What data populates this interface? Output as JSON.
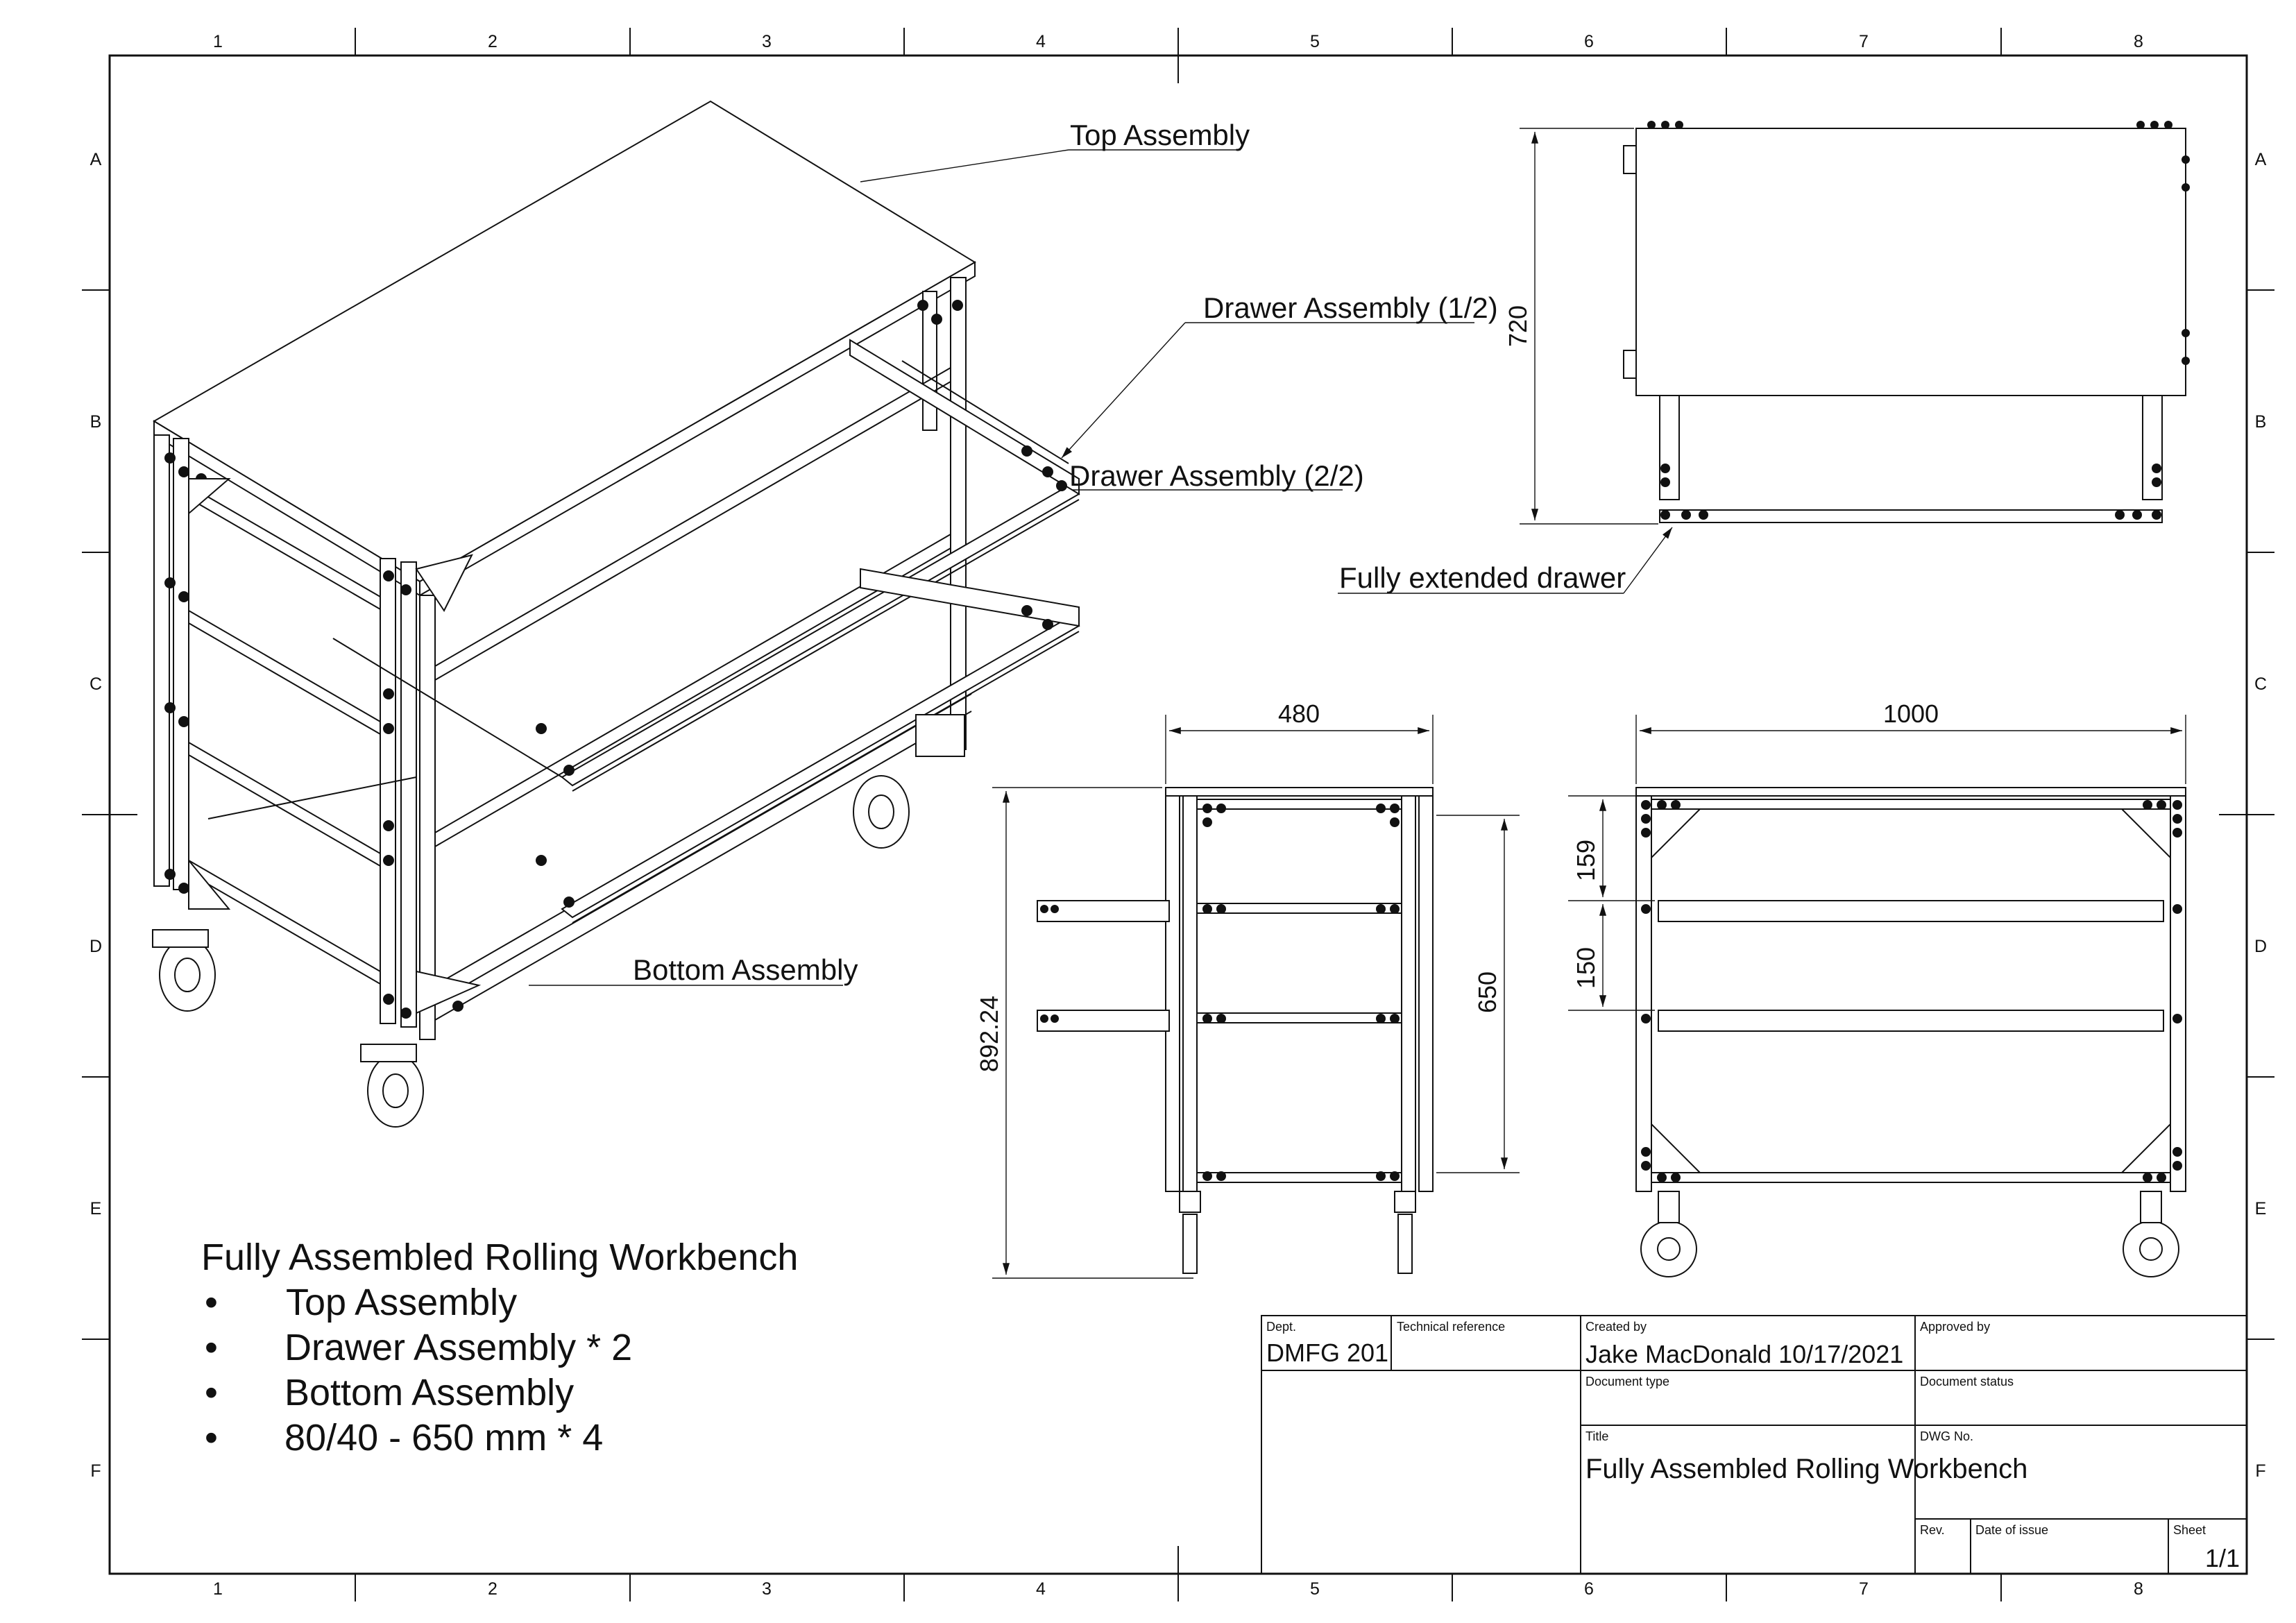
{
  "zone_columns": [
    "1",
    "2",
    "3",
    "4",
    "5",
    "6",
    "7",
    "8"
  ],
  "zone_rows": [
    "A",
    "B",
    "C",
    "D",
    "E",
    "F"
  ],
  "callouts": {
    "top_assembly": "Top Assembly",
    "drawer_1": "Drawer Assembly (1/2)",
    "drawer_2": "Drawer Assembly (2/2)",
    "bottom_assembly": "Bottom Assembly",
    "fully_extended": "Fully extended drawer"
  },
  "dimensions": {
    "top_view_depth": "720",
    "side_width": "480",
    "front_length": "1000",
    "overall_height": "892.24",
    "frame_height": "650",
    "drawer_gap_1": "159",
    "drawer_gap_2": "150"
  },
  "parts_list": {
    "heading": "Fully Assembled Rolling Workbench",
    "items": [
      "Top Assembly",
      "Drawer Assembly * 2",
      "Bottom Assembly",
      "80/40 - 650 mm * 4"
    ],
    "bullet": "•"
  },
  "title_block": {
    "dept_label": "Dept.",
    "dept_value": "DMFG 201",
    "tech_ref_label": "Technical reference",
    "created_by_label": "Created by",
    "created_by_value": "Jake MacDonald 10/17/2021",
    "approved_by_label": "Approved by",
    "doc_type_label": "Document type",
    "doc_status_label": "Document status",
    "title_label": "Title",
    "title_value": "Fully Assembled Rolling Workbench",
    "dwg_no_label": "DWG No.",
    "rev_label": "Rev.",
    "date_of_issue_label": "Date of issue",
    "sheet_label": "Sheet",
    "sheet_value": "1/1"
  }
}
